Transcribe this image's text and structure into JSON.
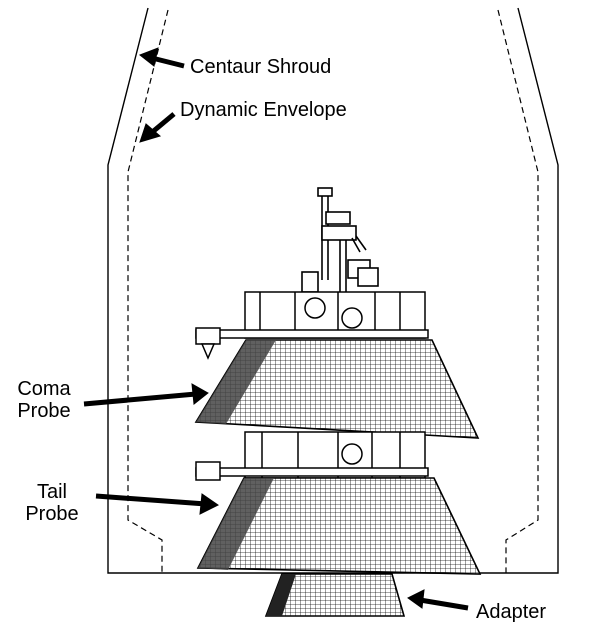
{
  "labels": {
    "centaur_shroud": "Centaur Shroud",
    "dynamic_envelope": "Dynamic Envelope",
    "coma_line1": "Coma",
    "coma_line2": "Probe",
    "tail_line1": "Tail",
    "tail_line2": "Probe",
    "adapter": "Adapter"
  },
  "colors": {
    "ink": "#000000",
    "background": "#ffffff",
    "panel_fill": "#444444"
  }
}
